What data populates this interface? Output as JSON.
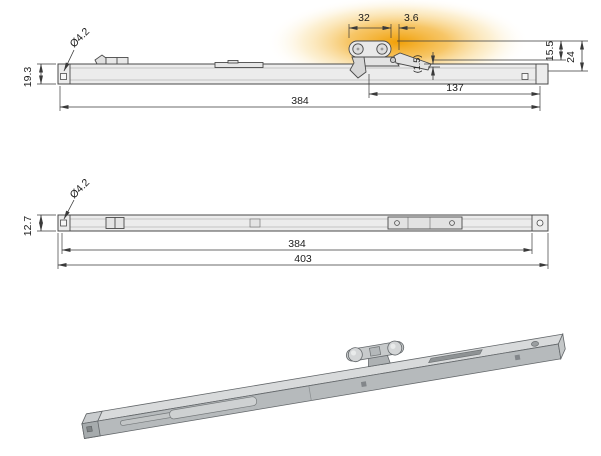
{
  "colors": {
    "background": "#ffffff",
    "outline": "#4a4a4a",
    "dimension": "#3a3a3a",
    "highlight_glow": "#f2a000",
    "metal_light": "#ececec",
    "metal_3d_top": "#d8dadb",
    "metal_3d_front": "#b6babc"
  },
  "views": {
    "top": {
      "dims": {
        "width_32": "32",
        "offset_3_6": "3.6",
        "hole_dia": "Ø4.2",
        "height_19_3": "19.3",
        "gap_1_5": "(1.5)",
        "height_15_5": "15.5",
        "height_24": "24",
        "length_137": "137",
        "length_384": "384"
      }
    },
    "plan": {
      "dims": {
        "hole_dia": "Ø4.2",
        "height_12_7": "12.7",
        "length_384": "384",
        "length_403": "403"
      }
    }
  }
}
